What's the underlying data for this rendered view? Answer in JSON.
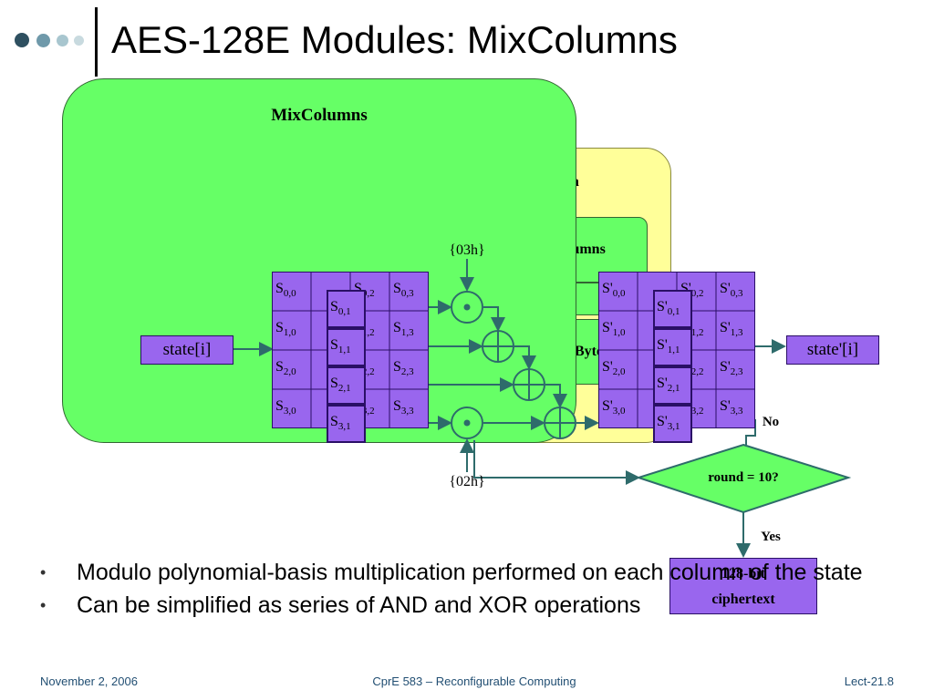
{
  "title": "AES-128E Modules: MixColumns",
  "diagram": {
    "mixcolumns_label": "MixColumns",
    "back_label_1": "on",
    "back_label_2": "lumns",
    "back_label_3": "Byte",
    "const_03h": "{03h}",
    "const_02h": "{02h}",
    "state_in": "state[i]",
    "state_out": "state'[i]",
    "round_check": "round = 10?",
    "no_label": "No",
    "yes_label": "Yes",
    "output_line1": "128-bit",
    "output_line2": "ciphertext",
    "s_prefix": "S",
    "sp_prefix": "S'",
    "s_rows": [
      [
        "0,0",
        "0,2",
        "0,3"
      ],
      [
        "1,0",
        "1,2",
        "1,3"
      ],
      [
        "2,0",
        "2,2",
        "2,3"
      ],
      [
        "3,0",
        "3,2",
        "3,3"
      ]
    ],
    "s_col": [
      "0,1",
      "1,1",
      "2,1",
      "3,1"
    ]
  },
  "bullets": [
    "Modulo polynomial-basis multiplication performed on each column of the state",
    "Can be simplified as series of AND and XOR operations"
  ],
  "footer": {
    "date": "November 2, 2006",
    "course": "CprE 583 – Reconfigurable Computing",
    "lecture": "Lect-21.8"
  },
  "colors": {
    "green": "#66ff66",
    "yellow": "#ffff99",
    "purple": "#9966ee",
    "teal": "#2e6b6b"
  }
}
